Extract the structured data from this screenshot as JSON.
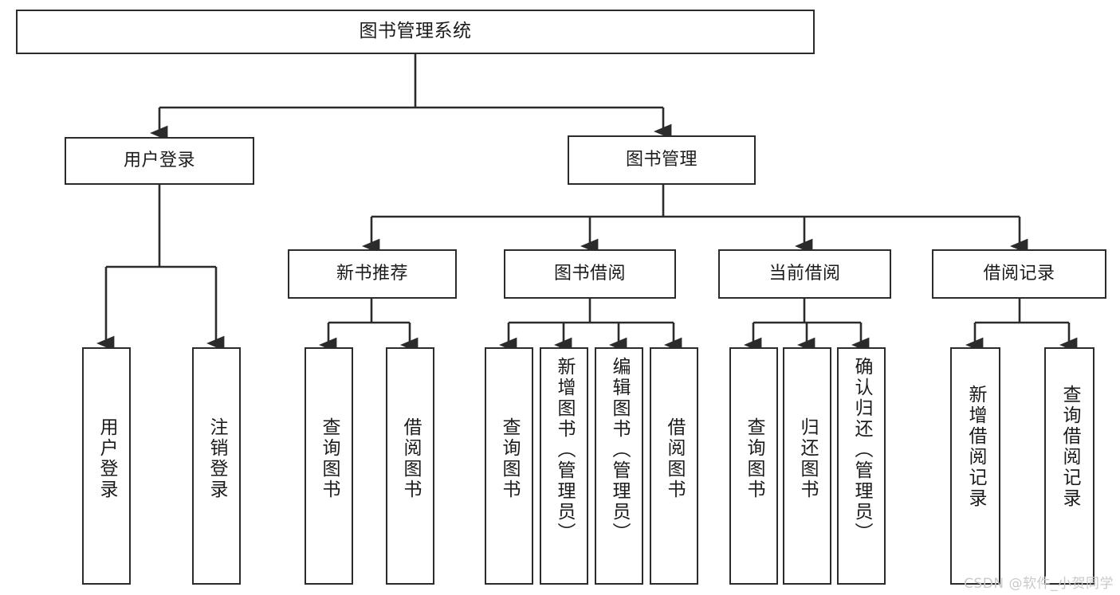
{
  "diagram": {
    "type": "tree-hierarchy",
    "title": "图书管理系统",
    "orientation": "top-down",
    "edge_style": "orthogonal-with-arrowheads",
    "colors": {
      "box_border": "#2b2b2b",
      "box_fill": "#ffffff",
      "edge": "#2b2b2b",
      "text": "#1b1b1b",
      "watermark": "#c9c9c9",
      "background": "#ffffff"
    },
    "nodes": {
      "root": {
        "label": "图书管理系统"
      },
      "tier2": [
        {
          "id": "user-login",
          "label": "用户登录"
        },
        {
          "id": "book-management",
          "label": "图书管理"
        }
      ],
      "tier3": [
        {
          "id": "new-book-recommend",
          "label": "新书推荐"
        },
        {
          "id": "book-borrow",
          "label": "图书借阅"
        },
        {
          "id": "current-borrow",
          "label": "当前借阅"
        },
        {
          "id": "borrow-record",
          "label": "借阅记录"
        }
      ],
      "leaves": {
        "user-login": [
          {
            "id": "leaf-user-login",
            "label": "用户登录"
          },
          {
            "id": "leaf-user-logout",
            "label": "注销登录"
          }
        ],
        "new-book-recommend": [
          {
            "id": "leaf-query-book-1",
            "label": "查询图书"
          },
          {
            "id": "leaf-borrow-book-1",
            "label": "借阅图书"
          }
        ],
        "book-borrow": [
          {
            "id": "leaf-query-book-2",
            "label": "查询图书"
          },
          {
            "id": "leaf-add-book",
            "label": "新增图书（管理员）"
          },
          {
            "id": "leaf-edit-book",
            "label": "编辑图书（管理员）"
          },
          {
            "id": "leaf-borrow-book-2",
            "label": "借阅图书"
          }
        ],
        "current-borrow": [
          {
            "id": "leaf-query-book-3",
            "label": "查询图书"
          },
          {
            "id": "leaf-return-book",
            "label": "归还图书"
          },
          {
            "id": "leaf-confirm-return",
            "label": "确认归还（管理员）"
          }
        ],
        "borrow-record": [
          {
            "id": "leaf-add-record",
            "label": "新增借阅记录"
          },
          {
            "id": "leaf-query-record",
            "label": "查询借阅记录"
          }
        ]
      }
    }
  },
  "watermark": {
    "text": "CSDN @软件_小贺同学"
  }
}
